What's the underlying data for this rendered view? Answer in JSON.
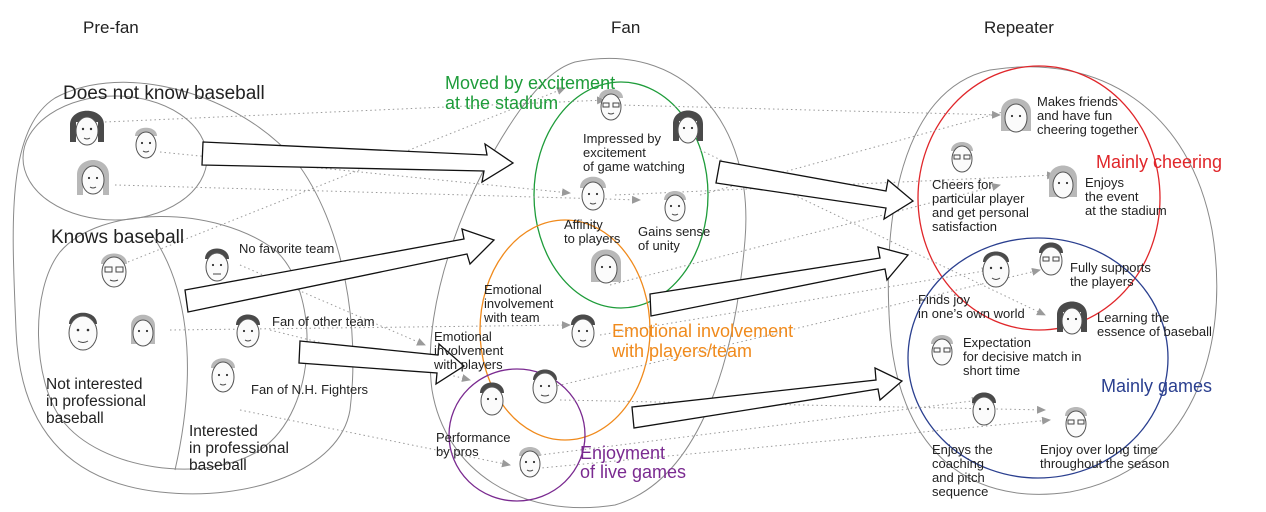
{
  "columns": {
    "prefan": "Pre-fan",
    "fan": "Fan",
    "repeater": "Repeater"
  },
  "prefan": {
    "does_not_know": "Does not know baseball",
    "knows": "Knows baseball",
    "no_favorite": "No favorite team",
    "other_team": "Fan of other team",
    "nh_fighters": "Fan of N.H. Fighters",
    "not_interested": [
      "Not interested",
      "in professional",
      "baseball"
    ],
    "interested": [
      "Interested",
      "in professional",
      "baseball"
    ]
  },
  "fan": {
    "moved": [
      "Moved by excitement",
      "at the stadium"
    ],
    "impressed": [
      "Impressed by",
      "excitement",
      "of game watching"
    ],
    "affinity": [
      "Affinity",
      "to players"
    ],
    "unity": [
      "Gains sense",
      "of unity"
    ],
    "emo_team": [
      "Emotional",
      "involvement",
      "with team"
    ],
    "emo_players": [
      "Emotional",
      "involvement",
      "with players"
    ],
    "emotional_category": [
      "Emotional involvement",
      "with players/team"
    ],
    "performance": [
      "Performance",
      "by pros"
    ],
    "enjoyment": [
      "Enjoyment",
      "of live games"
    ]
  },
  "repeater": {
    "friends": [
      "Makes friends",
      "and have fun",
      "cheering together"
    ],
    "mainly_cheering": "Mainly cheering",
    "cheers": [
      "Cheers for",
      "particular player",
      "and get personal",
      "satisfaction"
    ],
    "enjoys_event": [
      "Enjoys",
      "the event",
      "at the stadium"
    ],
    "fully_supports": [
      "Fully supports",
      "the players"
    ],
    "finds_joy": [
      "Finds joy",
      "in one’s own world"
    ],
    "learning": [
      "Learning the",
      "essence of baseball"
    ],
    "expectation": [
      "Expectation",
      "for decisive match in",
      "short time"
    ],
    "mainly_games": "Mainly games",
    "coaching": [
      "Enjoys the",
      "coaching",
      "and pitch",
      "sequence"
    ],
    "long_time": [
      "Enjoy over long time",
      "throughout the season"
    ]
  },
  "colors": {
    "green": "#1e9c3a",
    "orange": "#f08a1c",
    "purple": "#7a2a90",
    "red": "#e0262a",
    "blue": "#2a3f8f"
  }
}
